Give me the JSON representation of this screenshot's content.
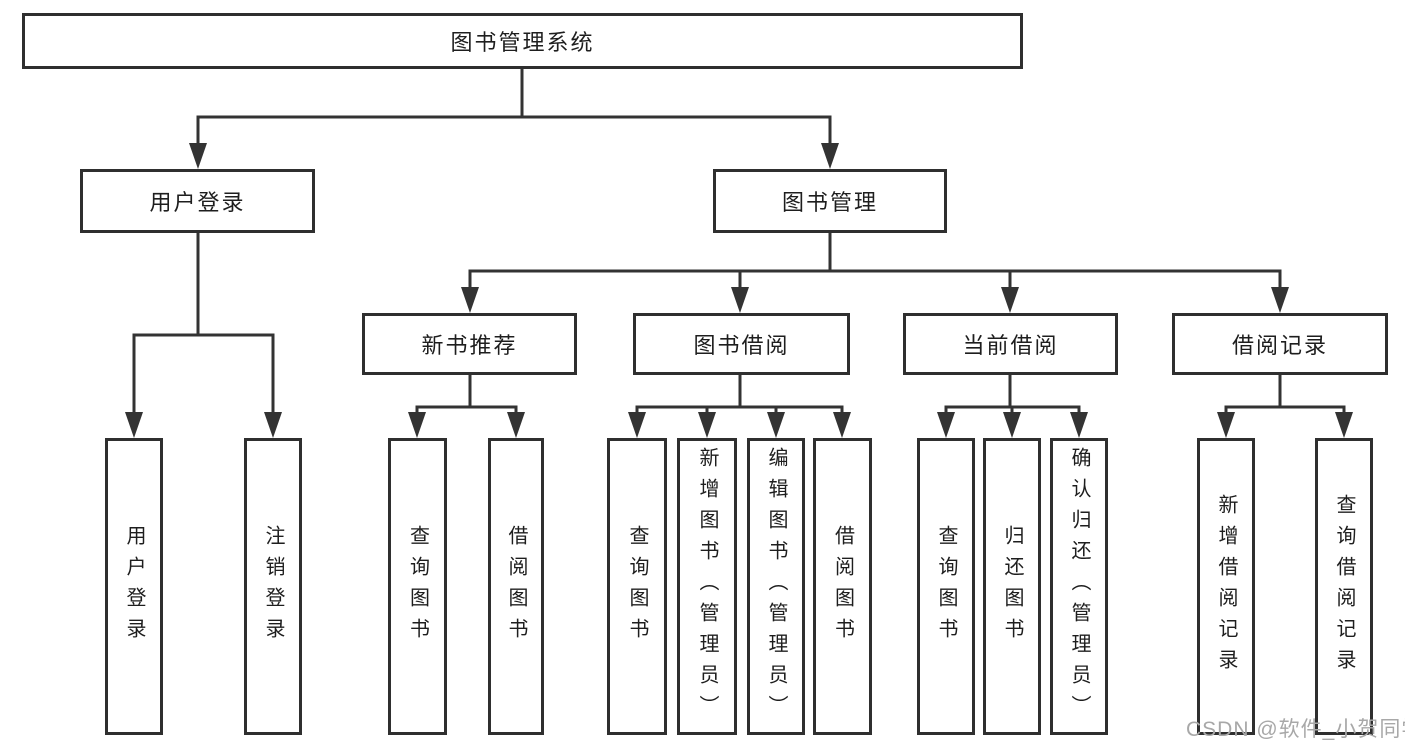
{
  "tree": {
    "root": {
      "label": "图书管理系统",
      "children": [
        {
          "label": "用户登录",
          "children": [
            {
              "label": "用户登录"
            },
            {
              "label": "注销登录"
            }
          ]
        },
        {
          "label": "图书管理",
          "children": [
            {
              "label": "新书推荐",
              "children": [
                {
                  "label": "查询图书"
                },
                {
                  "label": "借阅图书"
                }
              ]
            },
            {
              "label": "图书借阅",
              "children": [
                {
                  "label": "查询图书"
                },
                {
                  "label": "新增图书（管理员）"
                },
                {
                  "label": "编辑图书（管理员）"
                },
                {
                  "label": "借阅图书"
                }
              ]
            },
            {
              "label": "当前借阅",
              "children": [
                {
                  "label": "查询图书"
                },
                {
                  "label": "归还图书"
                },
                {
                  "label": "确认归还（管理员）"
                }
              ]
            },
            {
              "label": "借阅记录",
              "children": [
                {
                  "label": "新增借阅记录"
                },
                {
                  "label": "查询借阅记录"
                }
              ]
            }
          ]
        }
      ]
    }
  },
  "watermark": {
    "text": "CSDN @软件_小贺同学"
  },
  "colors": {
    "line": "#333333",
    "box_border": "#2f2f2f",
    "box_background": "#ffffff",
    "text": "#1e1e1e",
    "watermark": "#a8a8a8",
    "background": "#ffffff"
  }
}
